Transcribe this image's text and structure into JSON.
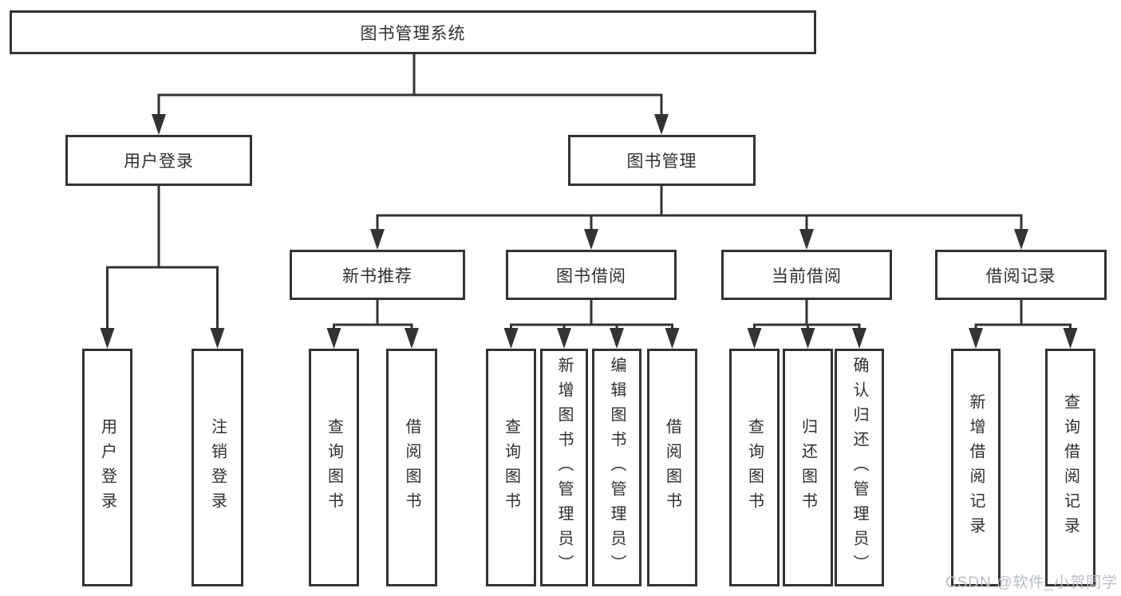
{
  "tree": {
    "label": "图书管理系统",
    "children": [
      {
        "label": "用户登录",
        "children": [
          {
            "label": "用户登录"
          },
          {
            "label": "注销登录"
          }
        ]
      },
      {
        "label": "图书管理",
        "children": [
          {
            "label": "新书推荐",
            "children": [
              {
                "label": "查询图书"
              },
              {
                "label": "借阅图书"
              }
            ]
          },
          {
            "label": "图书借阅",
            "children": [
              {
                "label": "查询图书"
              },
              {
                "label": "新增图书（管理员）"
              },
              {
                "label": "编辑图书（管理员）"
              },
              {
                "label": "借阅图书"
              }
            ]
          },
          {
            "label": "当前借阅",
            "children": [
              {
                "label": "查询图书"
              },
              {
                "label": "归还图书"
              },
              {
                "label": "确认归还（管理员）"
              }
            ]
          },
          {
            "label": "借阅记录",
            "children": [
              {
                "label": "新增借阅记录"
              },
              {
                "label": "查询借阅记录"
              }
            ]
          }
        ]
      }
    ]
  },
  "watermark": {
    "text": "CSDN @软件_小贺同学"
  },
  "colors": {
    "line": "#333333",
    "text": "#2f2f2f",
    "background": "#ffffff",
    "watermark": "#b9bec5"
  }
}
